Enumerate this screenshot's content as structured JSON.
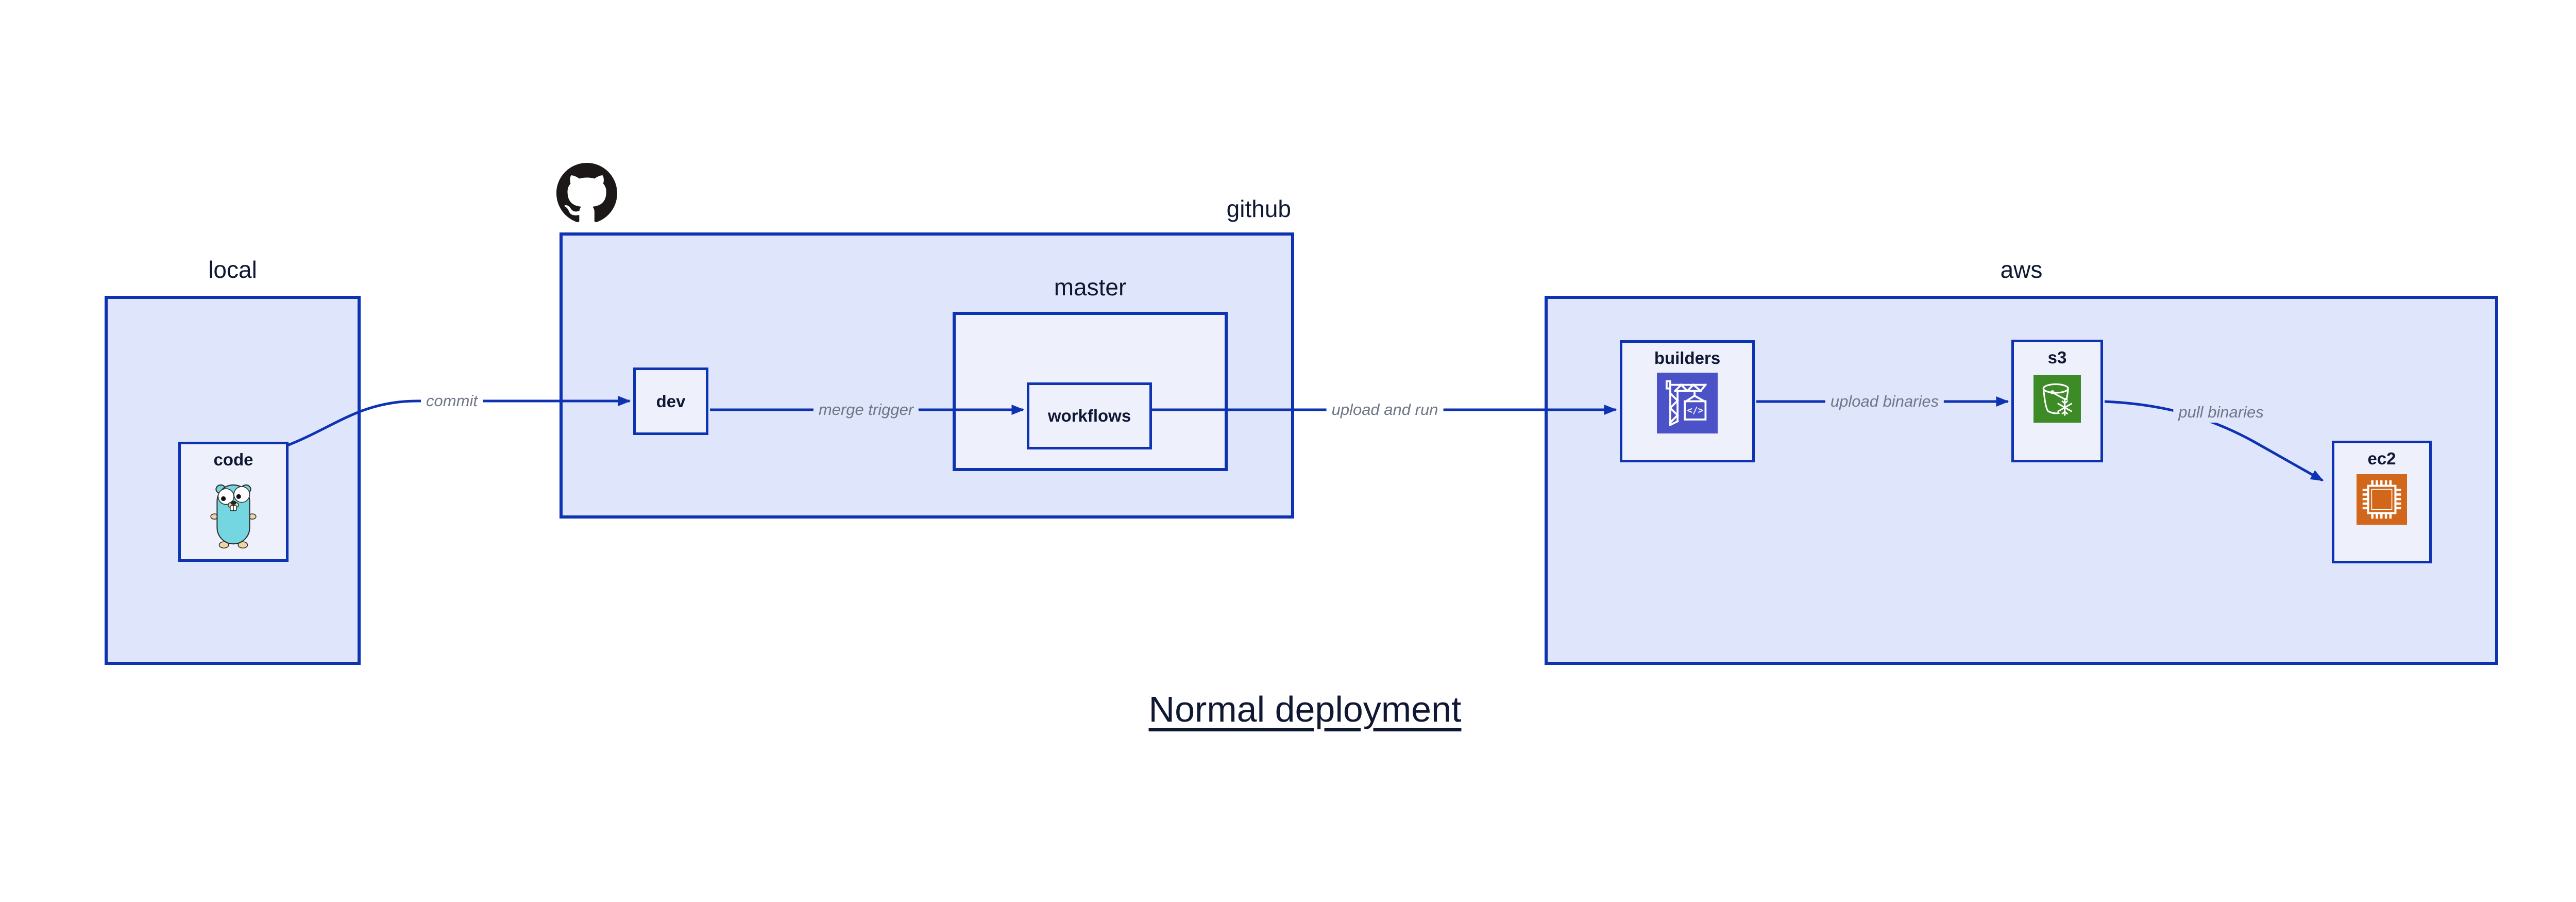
{
  "page": {
    "title_label": "Normal deployment"
  },
  "colors": {
    "edge-blue": "#0d32b2",
    "container-fill": "#dfe5fa",
    "node-fill": "#eef1fc",
    "navy-text": "#101733",
    "edge-label-gray": "#6f7686",
    "codebuild-indigo": "#4b51c6",
    "s3-green": "#3d8b26",
    "ec2-orange": "#d2671c",
    "gopher-teal": "#74d6e0",
    "gopher-skin": "#f2d6a2",
    "octocat-black": "#1b1817"
  },
  "containers": {
    "local": {
      "label": "local"
    },
    "github": {
      "label": "github",
      "icon": "github-octocat-icon"
    },
    "master": {
      "label": "master"
    },
    "aws": {
      "label": "aws"
    }
  },
  "nodes": {
    "code": {
      "label": "code",
      "icon": "go-gopher-icon"
    },
    "dev": {
      "label": "dev"
    },
    "workflows": {
      "label": "workflows"
    },
    "builders": {
      "label": "builders",
      "icon": "aws-codebuild-icon",
      "icon_glyph": "</>"
    },
    "s3": {
      "label": "s3",
      "icon": "aws-s3-glacier-icon"
    },
    "ec2": {
      "label": "ec2",
      "icon": "aws-ec2-icon"
    }
  },
  "edges": [
    {
      "id": "commit",
      "label": "commit",
      "from": "code",
      "to": "dev"
    },
    {
      "id": "merge-trigger",
      "label": "merge trigger",
      "from": "dev",
      "to": "workflows"
    },
    {
      "id": "upload-and-run",
      "label": "upload and run",
      "from": "workflows",
      "to": "builders"
    },
    {
      "id": "upload-binaries",
      "label": "upload binaries",
      "from": "builders",
      "to": "s3"
    },
    {
      "id": "pull-binaries",
      "label": "pull binaries",
      "from": "s3",
      "to": "ec2"
    }
  ]
}
